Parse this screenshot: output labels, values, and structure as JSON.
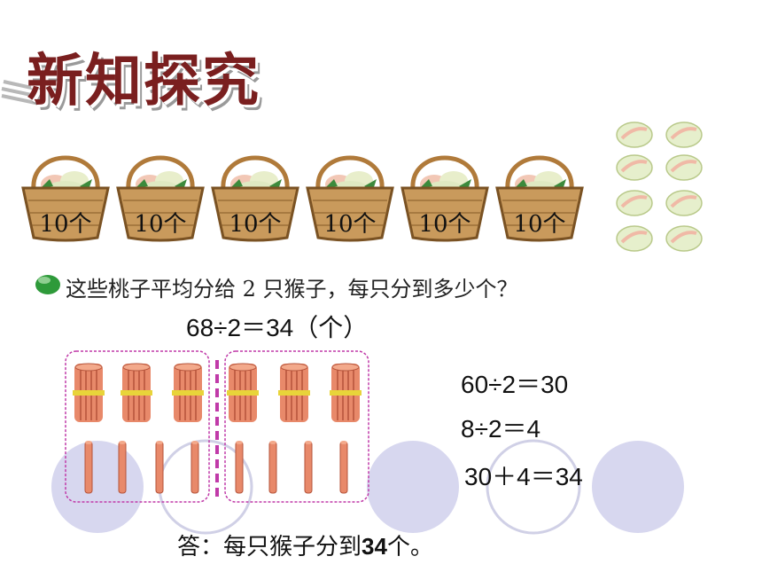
{
  "title": "新知探究",
  "baskets": [
    {
      "label": "10个"
    },
    {
      "label": "10个"
    },
    {
      "label": "10个"
    },
    {
      "label": "10个"
    },
    {
      "label": "10个"
    },
    {
      "label": "10个"
    }
  ],
  "loose_peach_icon": "peach-icon",
  "question": "这些桃子平均分给 2 只猴子，每只分到多少个？",
  "main_equation": "68÷2＝34（个）",
  "steps": [
    "60÷2＝30",
    "8÷2＝4",
    "30＋4＝34"
  ],
  "answer_prefix": "答：每只猴子分到",
  "answer_number": "34",
  "answer_suffix": "个。",
  "colors": {
    "title": "#7a1f1f",
    "circle_fill": "#d7d7ef",
    "circle_stroke": "#b9b9dc",
    "group_border": "#c03aa8",
    "stick": "#e8896a",
    "band": "#e8d43a",
    "question_bullet": "#2e9a3a"
  }
}
